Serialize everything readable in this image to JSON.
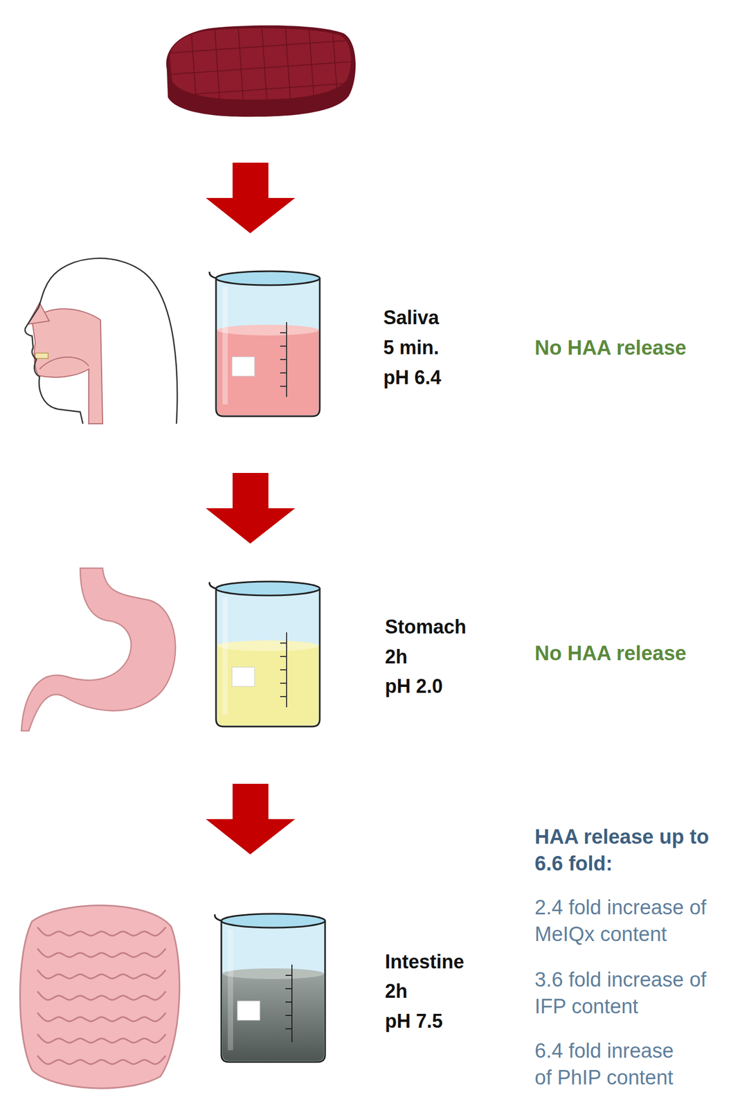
{
  "diagram": {
    "labels": [
      "Saliva",
      "5 min.",
      "pH 6.4",
      "No HAA release",
      "Stomach",
      "2h",
      "pH 2.0",
      "No HAA release",
      "Intestine",
      "2h",
      "pH 7.5",
      "HAA release up to 6.6 fold:",
      "2.4 fold increase of MeIQx content",
      "3.6 fold increase of IFP content",
      "6.4 fold inrease of PhIP content"
    ]
  }
}
